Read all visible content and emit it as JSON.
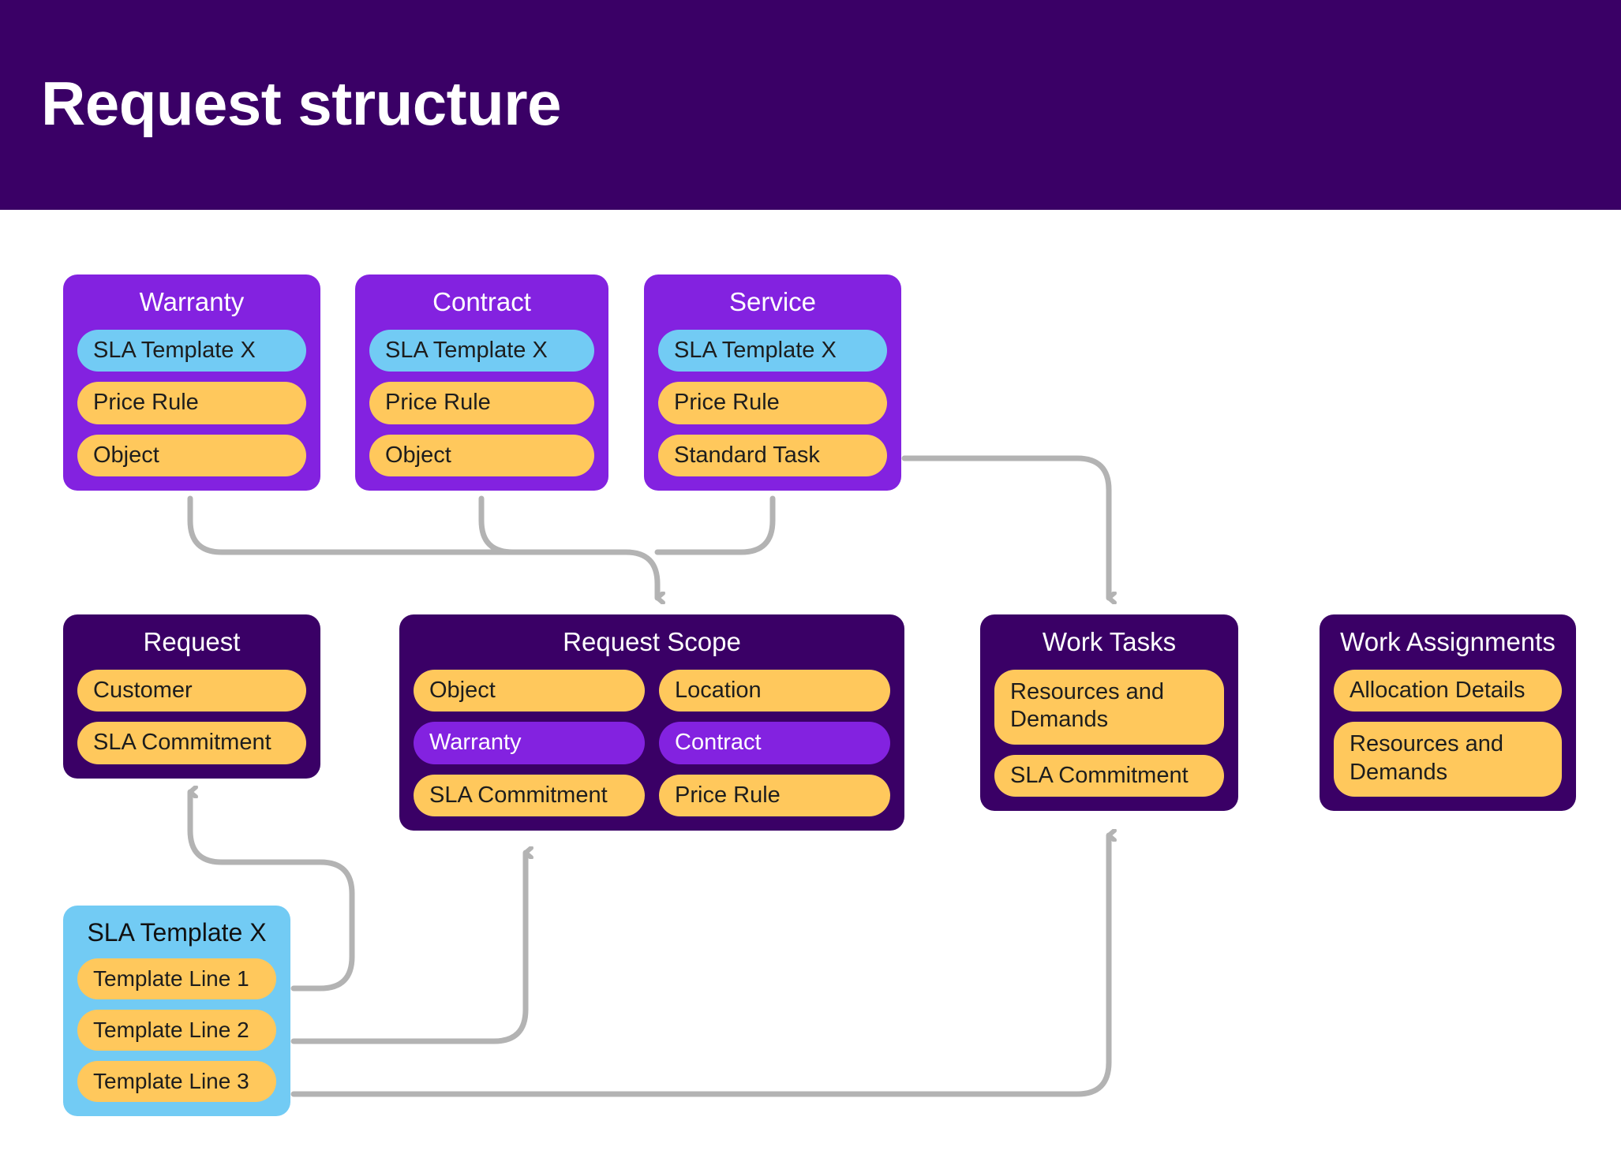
{
  "header": {
    "title": "Request structure",
    "background": "#3a0066",
    "text_color": "#ffffff"
  },
  "colors": {
    "deep_purple": "#3a0066",
    "bright_purple": "#8322e0",
    "yellow": "#ffc85c",
    "light_blue": "#72cbf4",
    "connector_gray": "#b3b3b3",
    "page_background": "#ffffff"
  },
  "cards": {
    "warranty": {
      "title": "Warranty",
      "items": [
        {
          "label": "SLA Template X",
          "style": "blue"
        },
        {
          "label": "Price Rule",
          "style": "yellow"
        },
        {
          "label": "Object",
          "style": "yellow"
        }
      ]
    },
    "contract": {
      "title": "Contract",
      "items": [
        {
          "label": "SLA Template X",
          "style": "blue"
        },
        {
          "label": "Price Rule",
          "style": "yellow"
        },
        {
          "label": "Object",
          "style": "yellow"
        }
      ]
    },
    "service": {
      "title": "Service",
      "items": [
        {
          "label": "SLA Template X",
          "style": "blue"
        },
        {
          "label": "Price Rule",
          "style": "yellow"
        },
        {
          "label": "Standard Task",
          "style": "yellow"
        }
      ]
    },
    "request": {
      "title": "Request",
      "items": [
        {
          "label": "Customer",
          "style": "yellow"
        },
        {
          "label": "SLA Commitment",
          "style": "yellow"
        }
      ]
    },
    "request_scope": {
      "title": "Request Scope",
      "items": [
        {
          "label": "Object",
          "style": "yellow"
        },
        {
          "label": "Location",
          "style": "yellow"
        },
        {
          "label": "Warranty",
          "style": "violet"
        },
        {
          "label": "Contract",
          "style": "violet"
        },
        {
          "label": "SLA Commitment",
          "style": "yellow"
        },
        {
          "label": "Price Rule",
          "style": "yellow"
        }
      ]
    },
    "work_tasks": {
      "title": "Work Tasks",
      "items": [
        {
          "label": "Resources and Demands",
          "style": "yellow",
          "multiline": true
        },
        {
          "label": "SLA Commitment",
          "style": "yellow"
        }
      ]
    },
    "work_assignments": {
      "title": "Work Assignments",
      "items": [
        {
          "label": "Allocation Details",
          "style": "yellow"
        },
        {
          "label": "Resources and Demands",
          "style": "yellow",
          "multiline": true
        }
      ]
    },
    "sla_template": {
      "title": "SLA Template X",
      "items": [
        {
          "label": "Template Line 1",
          "style": "yellow"
        },
        {
          "label": "Template Line 2",
          "style": "yellow"
        },
        {
          "label": "Template Line 3",
          "style": "yellow"
        }
      ]
    }
  },
  "connections": [
    {
      "from": "warranty",
      "to": "request-scope",
      "direction": "down"
    },
    {
      "from": "contract",
      "to": "request-scope",
      "direction": "down"
    },
    {
      "from": "service",
      "to": "request-scope",
      "direction": "down"
    },
    {
      "from": "service-standard-task",
      "to": "work-tasks",
      "direction": "down"
    },
    {
      "from": "template-line-1",
      "to": "request",
      "direction": "up"
    },
    {
      "from": "template-line-2",
      "to": "request-scope",
      "direction": "up"
    },
    {
      "from": "template-line-3",
      "to": "work-tasks",
      "direction": "up"
    }
  ]
}
